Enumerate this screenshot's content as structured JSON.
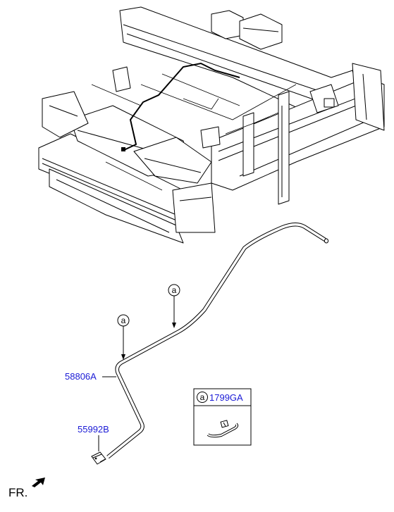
{
  "parts": {
    "hose_number": "58806A",
    "clip_number": "55992B"
  },
  "callouts": {
    "letter_upper": "a",
    "letter_lower": "a"
  },
  "legend": {
    "letter": "a",
    "part_number": "1799GA"
  },
  "direction": {
    "label": "FR."
  }
}
